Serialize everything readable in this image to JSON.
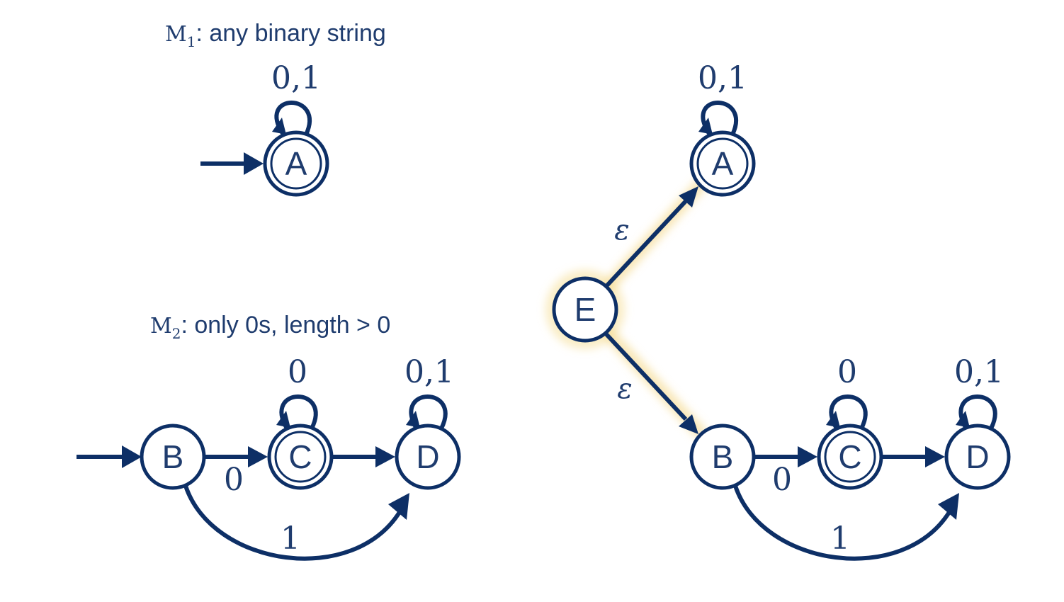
{
  "machines": {
    "m1_title": {
      "letter": "M",
      "sub": "1",
      "rest": ": any binary string"
    },
    "m2_title": {
      "letter": "M",
      "sub": "2",
      "rest": ": only 0s, length > 0"
    }
  },
  "states": {
    "A": "A",
    "B": "B",
    "C": "C",
    "D": "D",
    "E": "E"
  },
  "labels": {
    "a_loop": "0,1",
    "c_loop": "0",
    "d_loop": "0,1",
    "b_to_c": "0",
    "b_to_d": "1",
    "epsilon": "ε"
  },
  "colors": {
    "ink": "#0d2f66",
    "text": "#1f3c6e",
    "highlight": "#f2d27a"
  }
}
